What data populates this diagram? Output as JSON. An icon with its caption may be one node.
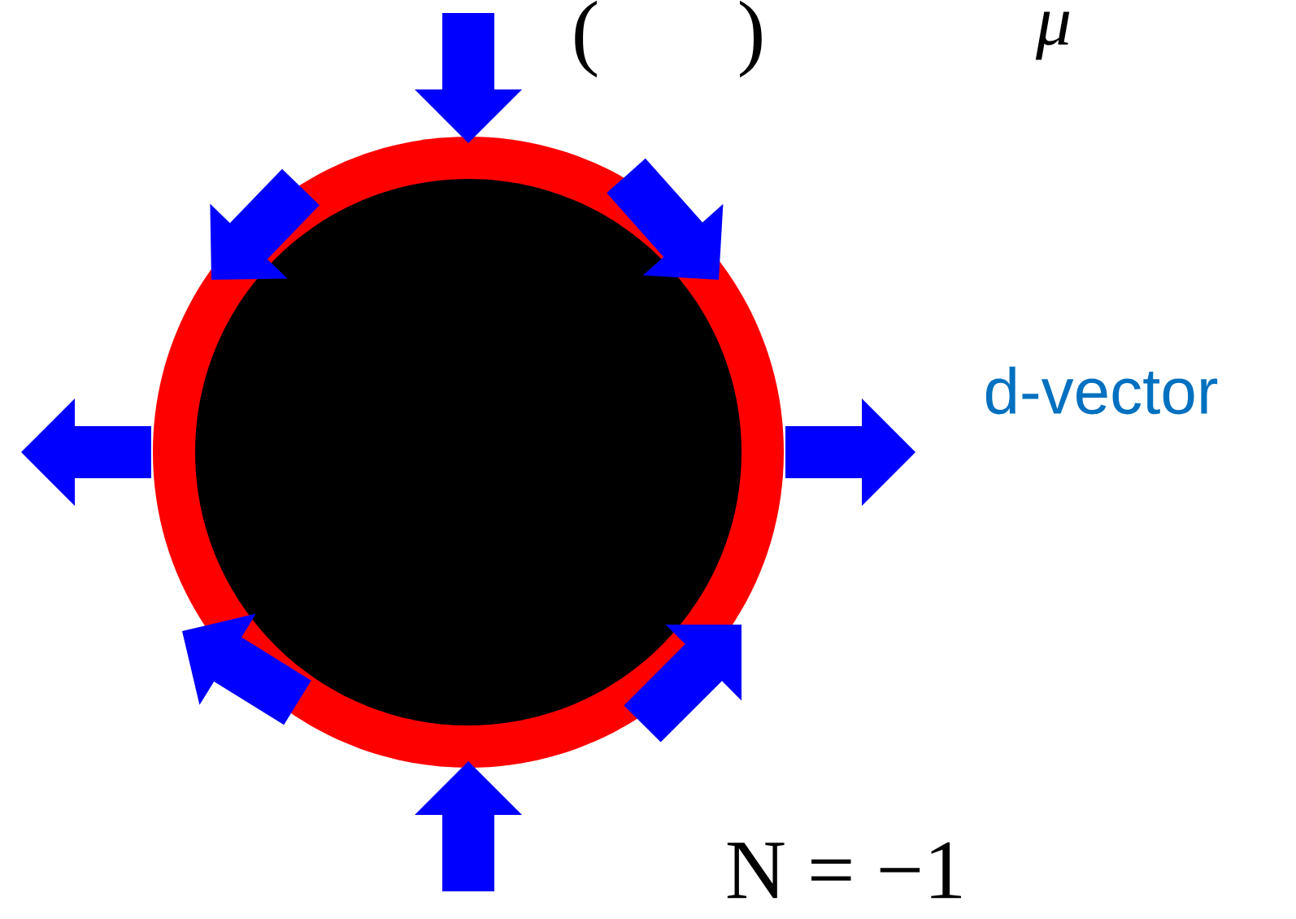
{
  "diagram": {
    "nodes": [
      {
        "text": [],
        "shape": "circle"
      }
    ],
    "edges": [],
    "labels": [
      "(",
      ")",
      "μ",
      "d-vector",
      "N = −1"
    ]
  }
}
